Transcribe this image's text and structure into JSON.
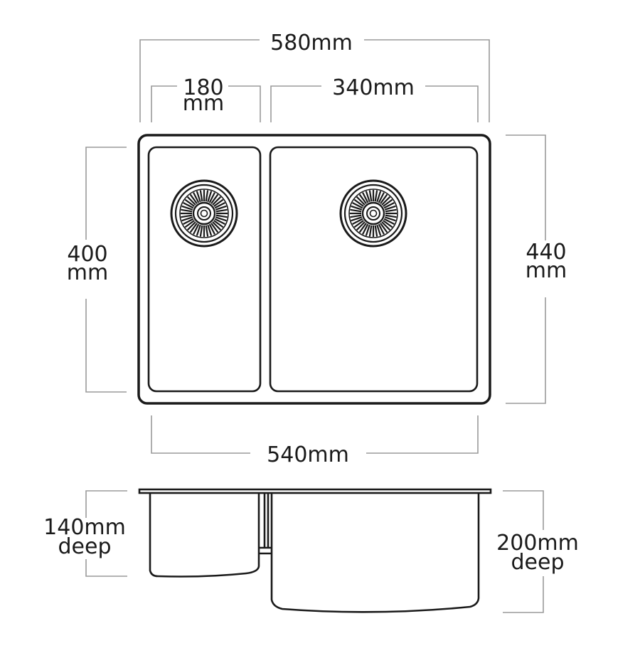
{
  "labels": {
    "overall_width": "580mm",
    "small_bowl_width_value": "180",
    "small_bowl_width_unit": "mm",
    "large_bowl_width": "340mm",
    "bowl_length_value": "400",
    "bowl_length_unit": "mm",
    "overall_length_value": "440",
    "overall_length_unit": "mm",
    "inner_width": "540mm",
    "small_depth_value": "140mm",
    "small_depth_unit": "deep",
    "large_depth_value": "200mm",
    "large_depth_unit": "deep"
  },
  "colors": {
    "outline": "#1a1a1a",
    "dimension_line": "#9a9a9a",
    "background": "#ffffff"
  },
  "icons": {
    "drain": "drain-strainer-icon"
  }
}
